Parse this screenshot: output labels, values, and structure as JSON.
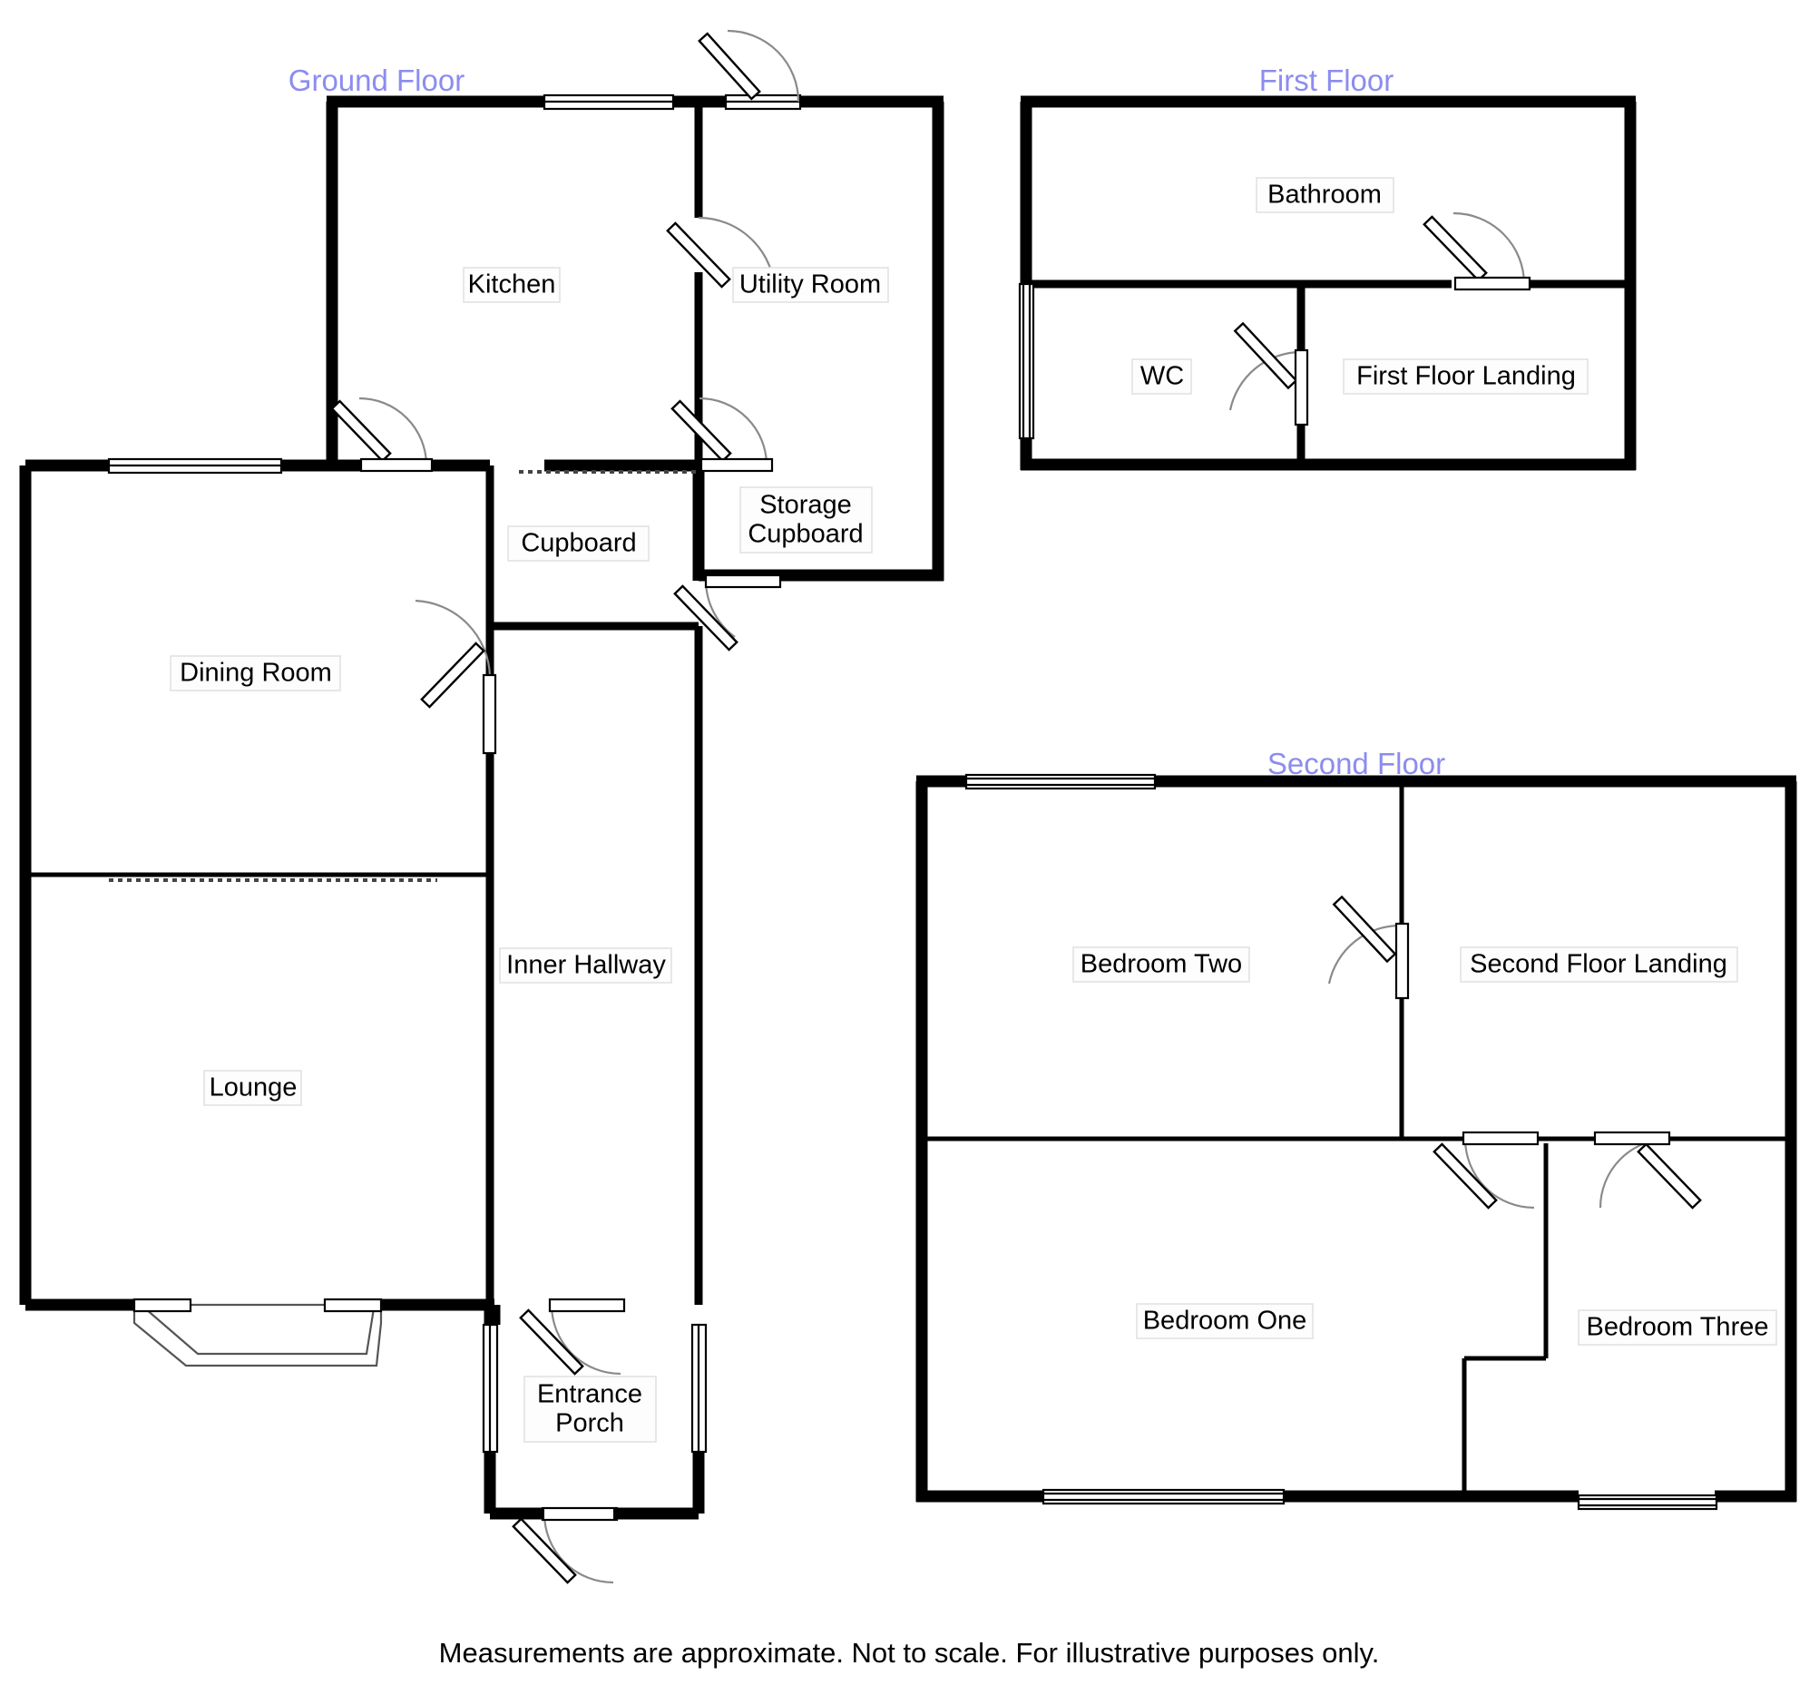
{
  "document": {
    "type": "floor-plan",
    "caption": "Measurements are approximate. Not to scale. For illustrative purposes only.",
    "title_color": "#8c8cf0",
    "wall_color": "#000000",
    "background_color": "#ffffff"
  },
  "floors": [
    {
      "id": "ground",
      "title": "Ground Floor",
      "rooms": [
        {
          "id": "kitchen",
          "label": "Kitchen"
        },
        {
          "id": "utility-room",
          "label": "Utility Room"
        },
        {
          "id": "dining-room",
          "label": "Dining Room"
        },
        {
          "id": "cupboard",
          "label": "Cupboard"
        },
        {
          "id": "storage-cupboard",
          "label": "Storage\nCupboard",
          "line1": "Storage",
          "line2": "Cupboard"
        },
        {
          "id": "lounge",
          "label": "Lounge"
        },
        {
          "id": "inner-hallway",
          "label": "Inner Hallway"
        },
        {
          "id": "entrance-porch",
          "label": "Entrance\nPorch",
          "line1": "Entrance",
          "line2": "Porch"
        }
      ]
    },
    {
      "id": "first",
      "title": "First Floor",
      "rooms": [
        {
          "id": "bathroom",
          "label": "Bathroom"
        },
        {
          "id": "wc",
          "label": "WC"
        },
        {
          "id": "first-floor-landing",
          "label": "First Floor Landing"
        }
      ]
    },
    {
      "id": "second",
      "title": "Second Floor",
      "rooms": [
        {
          "id": "bedroom-two",
          "label": "Bedroom Two"
        },
        {
          "id": "second-floor-landing",
          "label": "Second Floor Landing"
        },
        {
          "id": "bedroom-one",
          "label": "Bedroom One"
        },
        {
          "id": "bedroom-three",
          "label": "Bedroom Three"
        }
      ]
    }
  ]
}
